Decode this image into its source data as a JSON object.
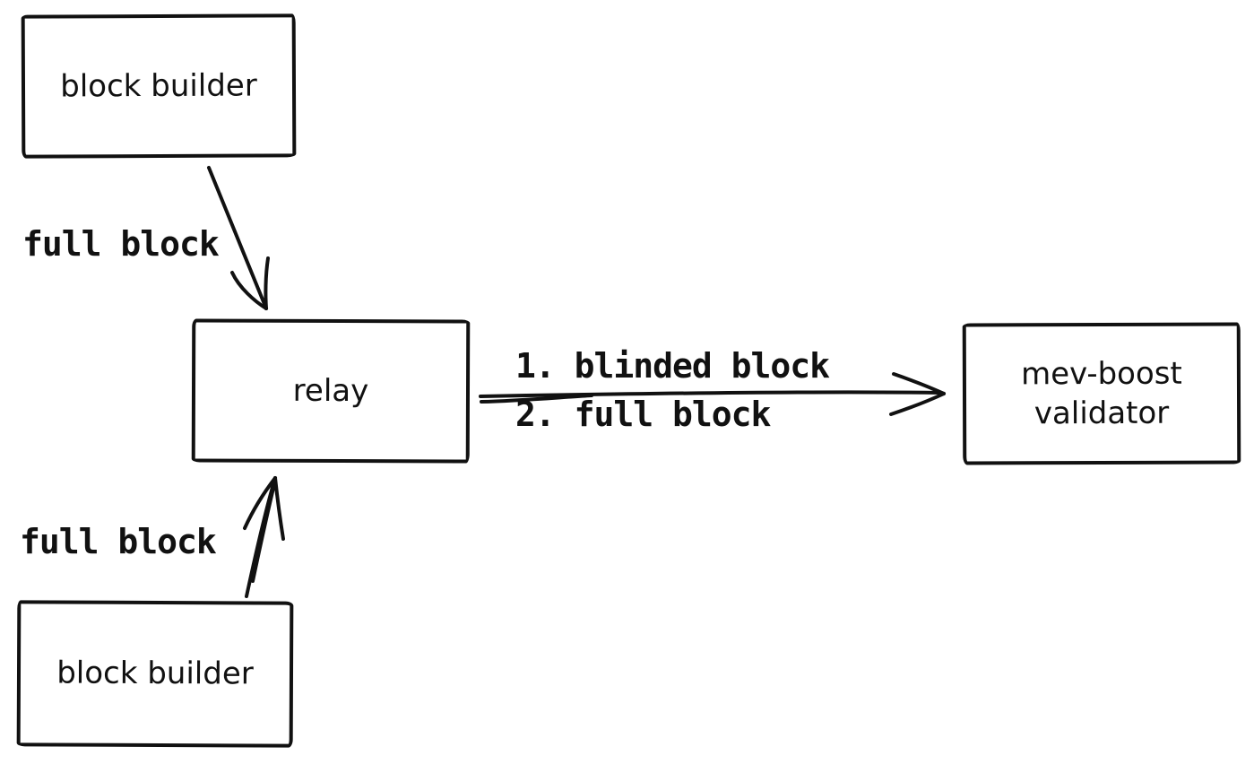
{
  "diagram": {
    "background_color": "#ffffff",
    "ink_color": "#111111",
    "nodes": {
      "builder_top": {
        "label": "block builder"
      },
      "relay": {
        "label": "relay"
      },
      "validator": {
        "lines": [
          "mev-boost",
          "validator"
        ]
      },
      "builder_bottom": {
        "label": "block builder"
      }
    },
    "edges": {
      "builder_top_to_relay": {
        "label": "full block"
      },
      "builder_bottom_to_relay": {
        "label": "full block"
      },
      "relay_to_validator": {
        "steps": [
          "1. blinded block",
          "2. full block"
        ]
      }
    }
  }
}
